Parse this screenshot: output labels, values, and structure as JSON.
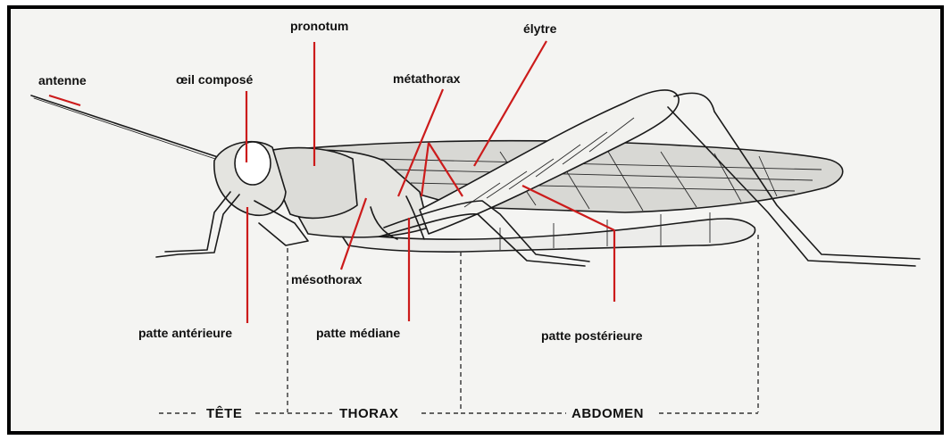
{
  "labels": {
    "antenne": "antenne",
    "oeil": "œil composé",
    "pronotum": "pronotum",
    "elytre": "élytre",
    "metathorax": "métathorax",
    "mesothorax": "mésothorax",
    "patte_anterieure": "patte antérieure",
    "patte_mediane": "patte médiane",
    "patte_posterieure": "patte postérieure"
  },
  "sections": {
    "tete": "TÊTE",
    "thorax": "THORAX",
    "abdomen": "ABDOMEN"
  },
  "colors": {
    "leader_line": "#cc1b1b",
    "frame": "#000000",
    "background": "#f4f4f2"
  }
}
